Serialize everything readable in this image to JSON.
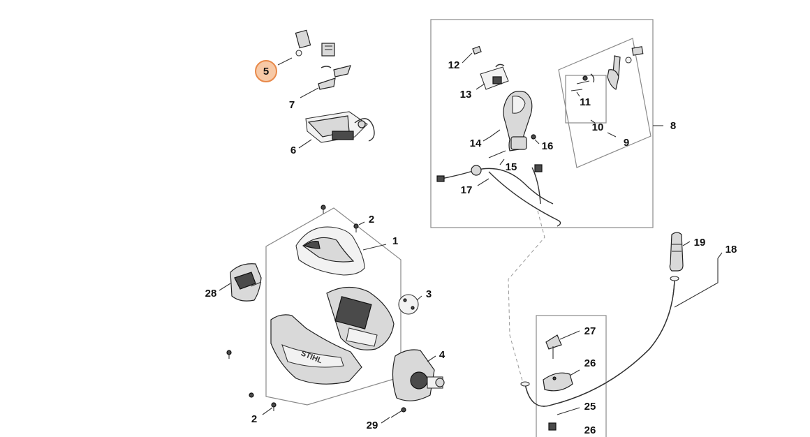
{
  "labels": {
    "l1": "1",
    "l2a": "2",
    "l2b": "2",
    "l3": "3",
    "l4": "4",
    "l5": "5",
    "l6": "6",
    "l7": "7",
    "l8": "8",
    "l9": "9",
    "l10": "10",
    "l11": "11",
    "l12": "12",
    "l13": "13",
    "l14": "14",
    "l15": "15",
    "l16": "16",
    "l17": "17",
    "l18": "18",
    "l19": "19",
    "l25": "25",
    "l26a": "26",
    "l26b": "26",
    "l27": "27",
    "l28": "28",
    "l29": "29"
  },
  "brand_text": "STIHL",
  "highlight": {
    "label": "5",
    "fill": "#f7c9a6",
    "stroke": "#e8894a"
  }
}
